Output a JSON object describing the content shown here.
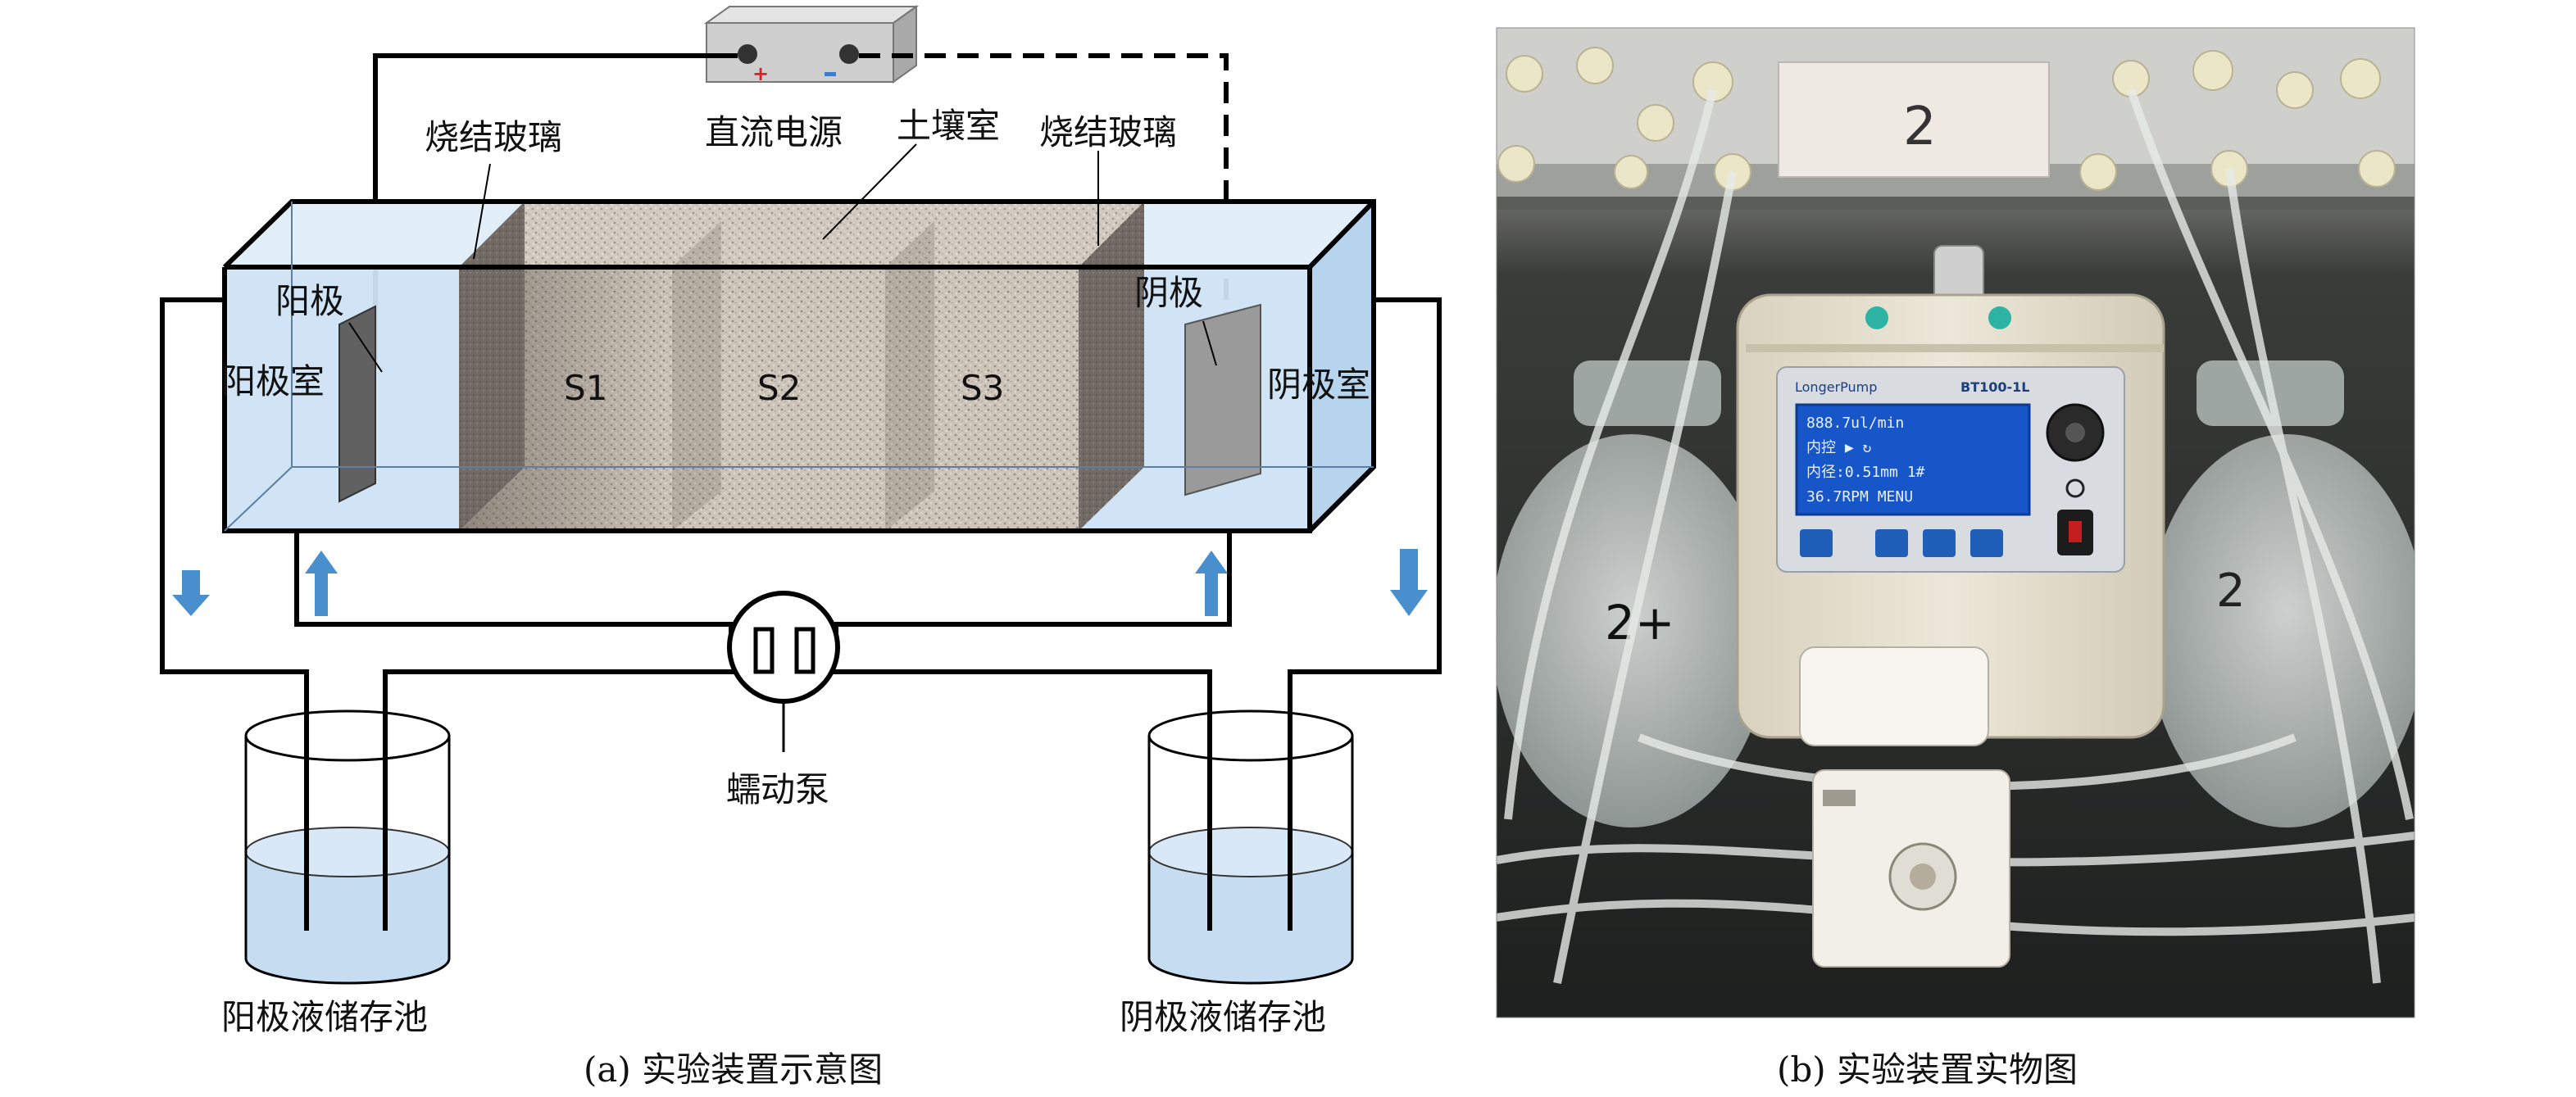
{
  "diagram": {
    "power_supply": "直流电源",
    "sintered_glass_left": "烧结玻璃",
    "soil_chamber": "土壤室",
    "sintered_glass_right": "烧结玻璃",
    "anode": "阳极",
    "anode_chamber": "阳极室",
    "cathode": "阴极",
    "cathode_chamber": "阴极室",
    "section_1": "S1",
    "section_2": "S2",
    "section_3": "S3",
    "pump": "蠕动泵",
    "anode_reservoir": "阳极液储存池",
    "cathode_reservoir": "阴极液储存池",
    "caption": "(a) 实验装置示意图"
  },
  "photo": {
    "bottle_label": "2",
    "left_flask_label": "2+",
    "right_flask_label": "2",
    "pump_brand": "LongerPump",
    "pump_model": "BT100-1L",
    "lcd_line1": "888.7ul/min",
    "lcd_line2": "内控  ▶  ↻",
    "lcd_line3": "内径:0.51mm   1#",
    "lcd_line4": "36.7RPM     MENU",
    "caption": "(b) 实验装置实物图"
  },
  "colors": {
    "water": "#c9dff1",
    "water_deep": "#a8c9e8",
    "arrow": "#4a8fcd",
    "soil": "#cfc6bd",
    "glass_frit": "#77706b",
    "electrode": "#8c8c8c",
    "pump_body": "#e7e1cf"
  }
}
